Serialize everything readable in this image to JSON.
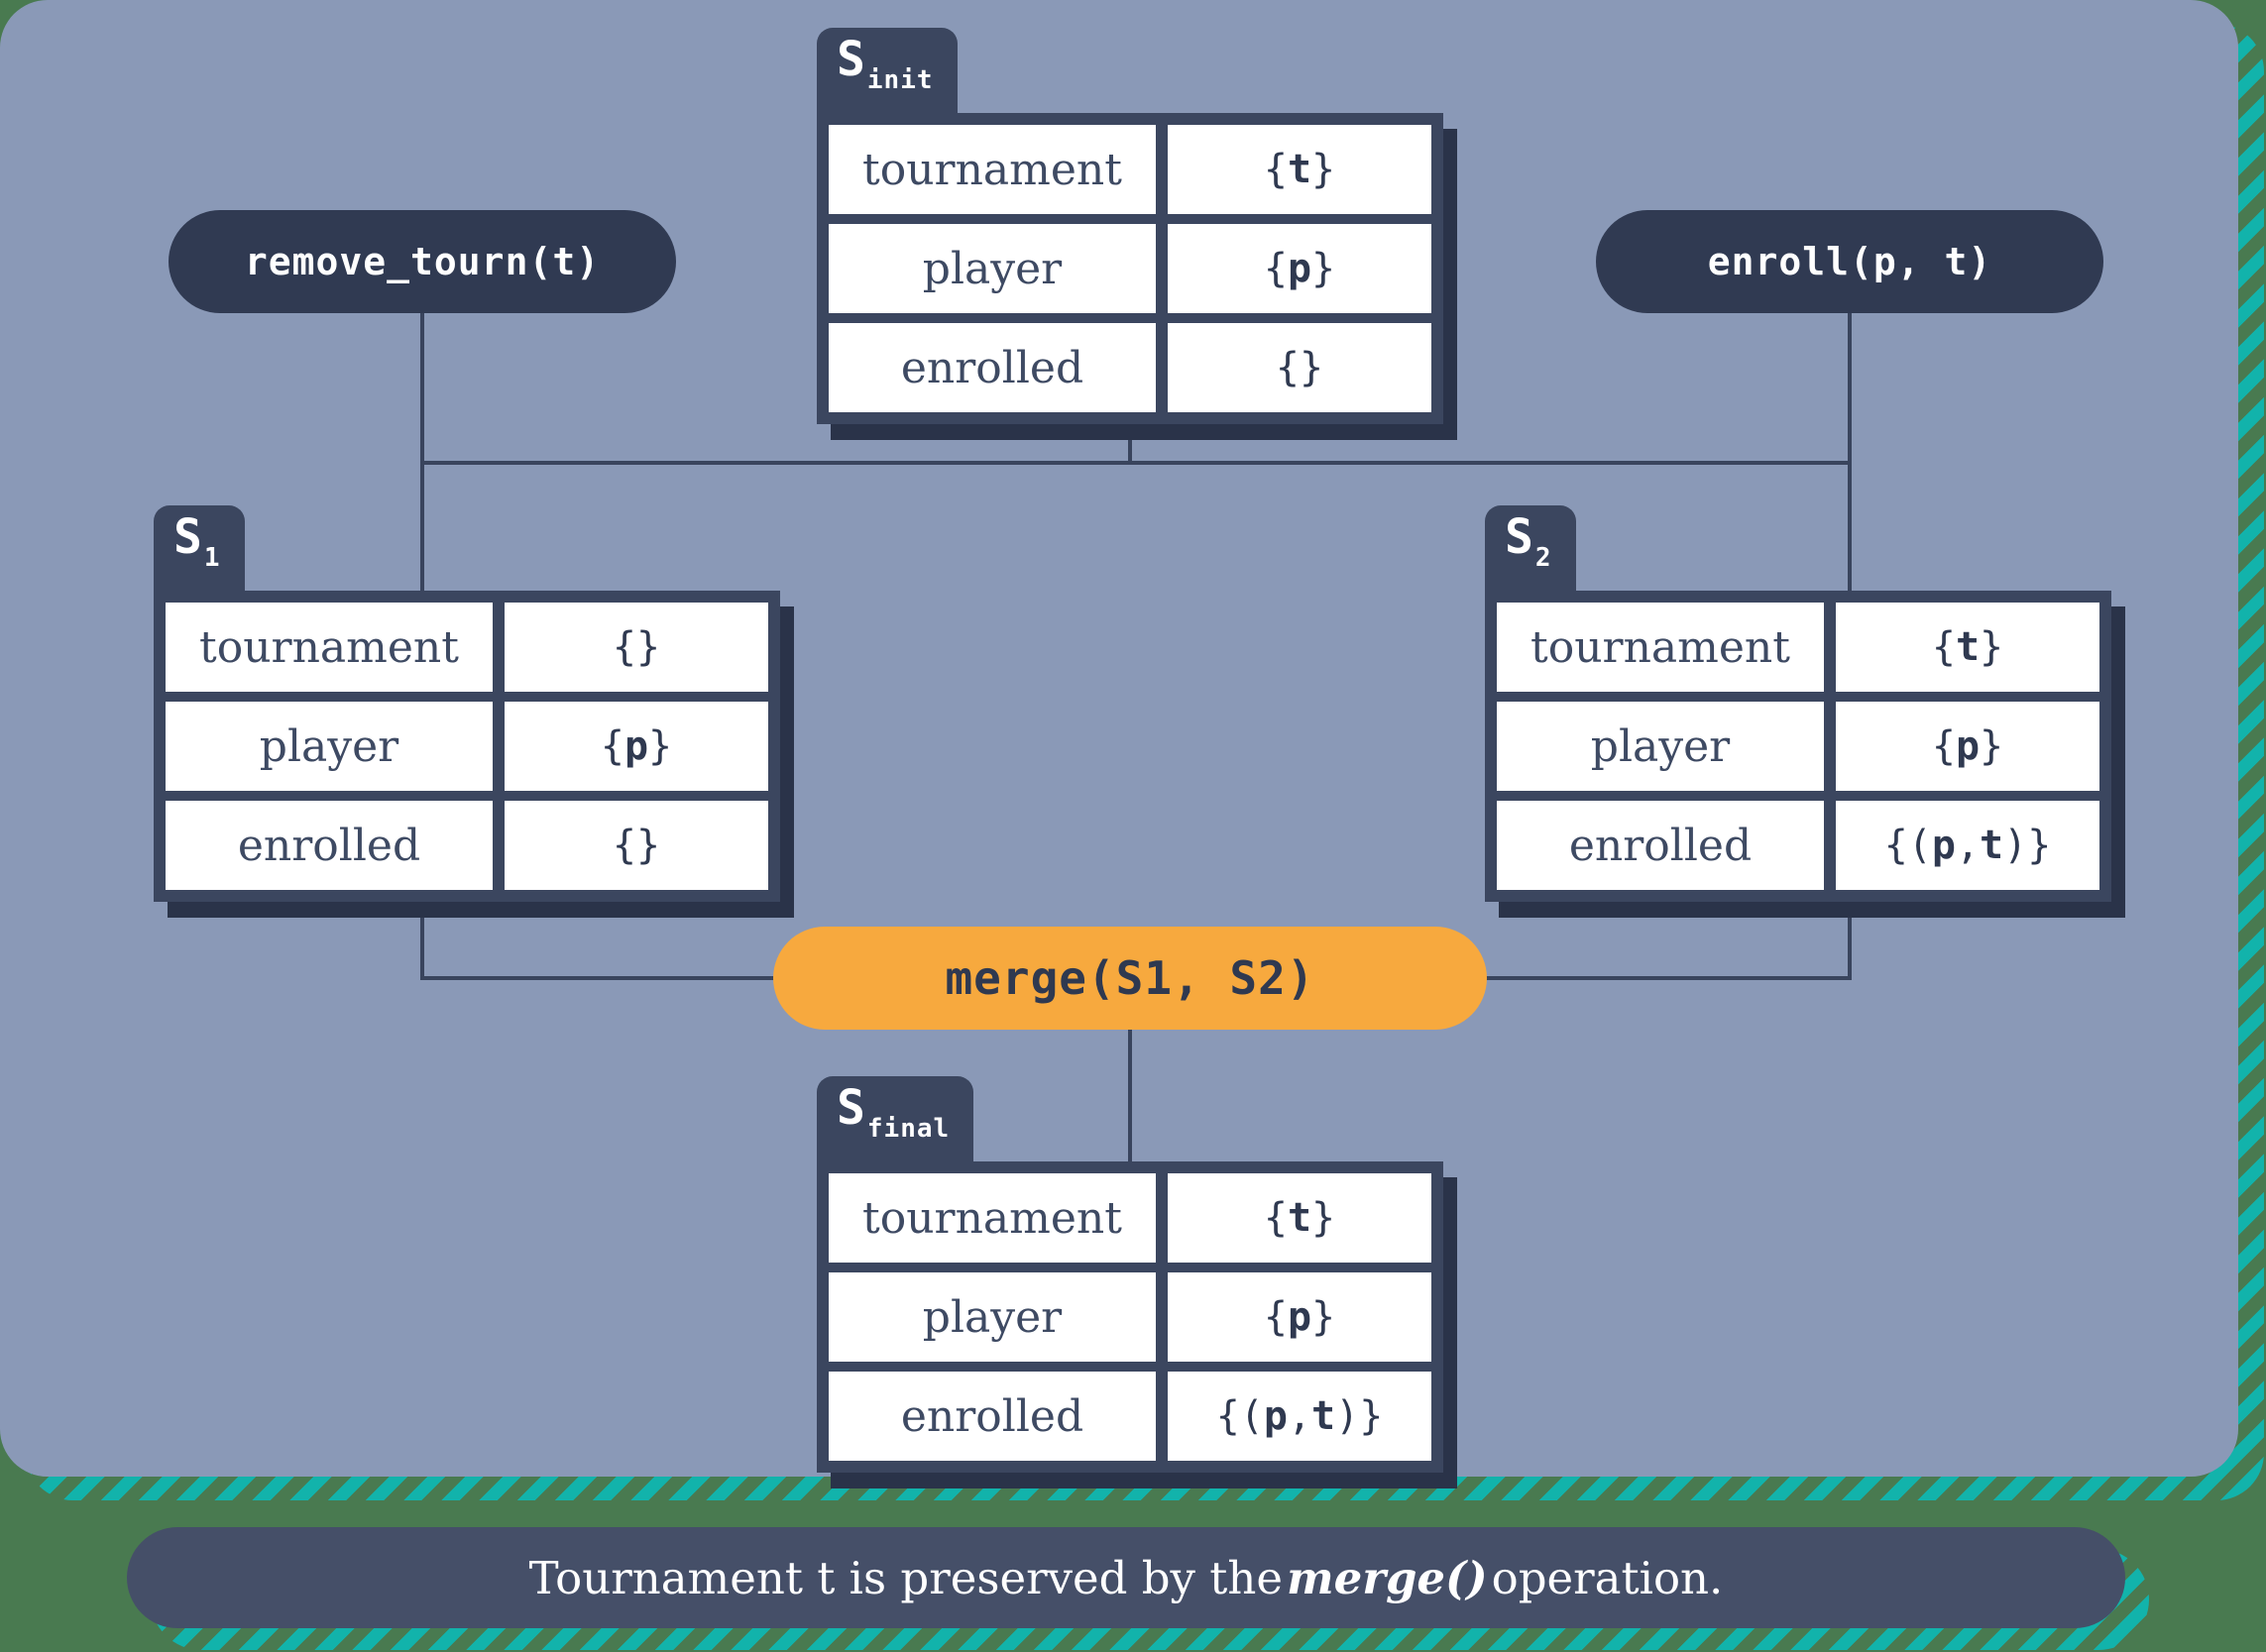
{
  "palette": {
    "background_green": "#497A50",
    "stripe_teal": "#12B3AB",
    "panel_blue_gray": "#8A99B7",
    "table_frame_navy": "#3B465F",
    "table_shadow_navy": "#2A3349",
    "op_pill_navy": "#303A52",
    "merge_orange": "#F7A93E",
    "caption_navy": "#454F68",
    "cell_white": "#FFFFFF"
  },
  "operations": {
    "remove_tourn": {
      "label": "remove_tourn(t)"
    },
    "enroll": {
      "label": "enroll(p, t)"
    },
    "merge": {
      "label": "merge(S1, S2)"
    }
  },
  "states": {
    "s_init": {
      "tab": {
        "base": "S",
        "sub": "init"
      },
      "rows": [
        {
          "label": "tournament",
          "value": "{t}"
        },
        {
          "label": "player",
          "value": "{p}"
        },
        {
          "label": "enrolled",
          "value": "{}"
        }
      ]
    },
    "s1": {
      "tab": {
        "base": "S",
        "sub": "1"
      },
      "rows": [
        {
          "label": "tournament",
          "value": "{}"
        },
        {
          "label": "player",
          "value": "{p}"
        },
        {
          "label": "enrolled",
          "value": "{}"
        }
      ]
    },
    "s2": {
      "tab": {
        "base": "S",
        "sub": "2"
      },
      "rows": [
        {
          "label": "tournament",
          "value": "{t}"
        },
        {
          "label": "player",
          "value": "{p}"
        },
        {
          "label": "enrolled",
          "value": "{(p, t)}"
        }
      ]
    },
    "s_final": {
      "tab": {
        "base": "S",
        "sub": "final"
      },
      "rows": [
        {
          "label": "tournament",
          "value": "{t}"
        },
        {
          "label": "player",
          "value": "{p}"
        },
        {
          "label": "enrolled",
          "value": "{(p, t)}"
        }
      ]
    }
  },
  "caption": {
    "prefix": "Tournament t is preserved by the ",
    "emphasis": "merge()",
    "suffix": " operation."
  }
}
